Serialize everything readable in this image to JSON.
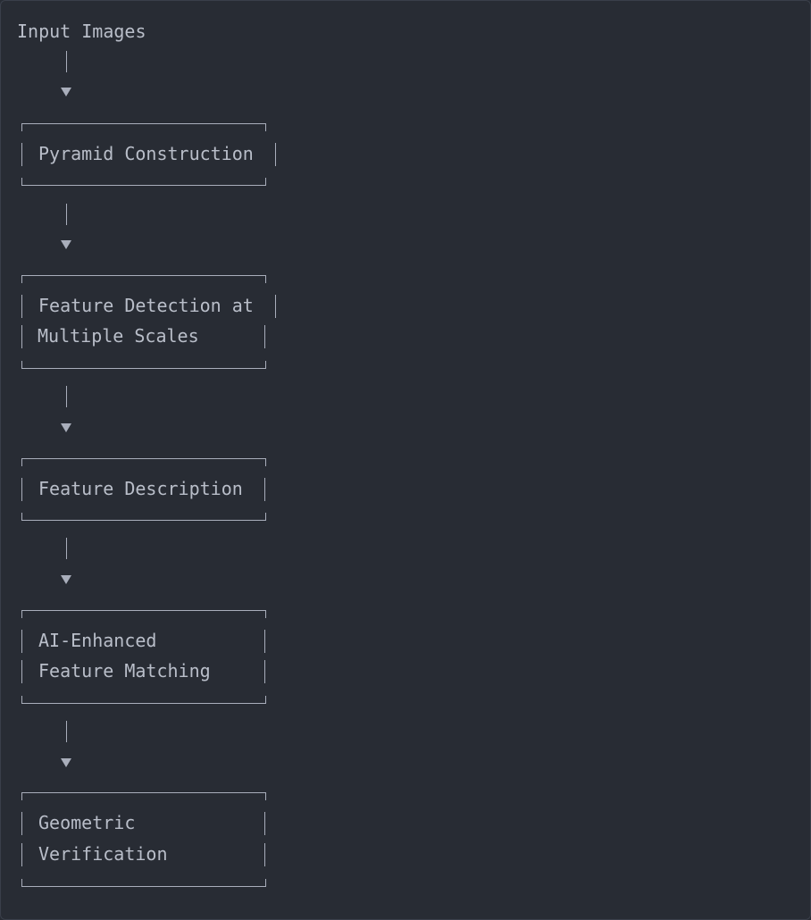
{
  "diagram": {
    "start_label": "Input Images",
    "steps": [
      {
        "lines": [
          "Pyramid Construction"
        ]
      },
      {
        "lines": [
          "Feature Detection at",
          "Multiple Scales"
        ]
      },
      {
        "lines": [
          "Feature Description"
        ]
      },
      {
        "lines": [
          "AI-Enhanced",
          "Feature Matching"
        ]
      },
      {
        "lines": [
          "Geometric",
          "Verification"
        ]
      }
    ]
  }
}
